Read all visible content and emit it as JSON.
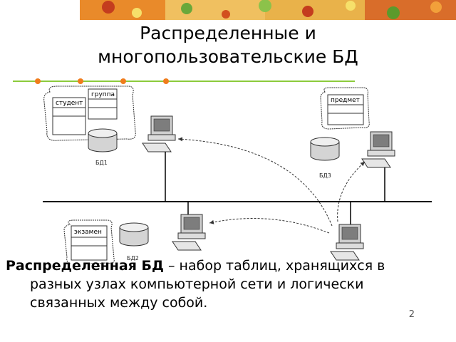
{
  "title": {
    "line1": "Распределенные и",
    "line2": "многопользовательские БД"
  },
  "diagram": {
    "site1": {
      "tables": [
        "студент",
        "группа"
      ],
      "db_label": "БД1"
    },
    "site2": {
      "tables": [
        "экзамен"
      ],
      "db_label": "БД2"
    },
    "site3": {
      "tables": [
        "предмет"
      ],
      "db_label": "БД3"
    }
  },
  "definition": {
    "term": "Распределенная БД",
    "text_line1": " – набор таблиц, хранящихся в",
    "text_line2": "разных узлах компьютерной сети и логически",
    "text_line3": "связанных между собой."
  },
  "page_number": "2",
  "colors": {
    "rule": "#8ccb3c",
    "dots": "#f07c1c",
    "accent": "#e8a23a"
  }
}
